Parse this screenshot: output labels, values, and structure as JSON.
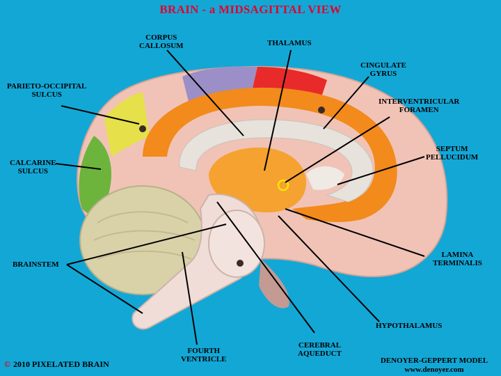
{
  "title": "BRAIN - a MIDSAGITTAL VIEW",
  "labels": {
    "corpus_callosum": [
      "CORPUS",
      "CALLOSUM"
    ],
    "thalamus": [
      "THALAMUS"
    ],
    "cingulate_gyrus": [
      "CINGULATE",
      "GYRUS"
    ],
    "parieto_occipital_sulcus": [
      "PARIETO-OCCIPITAL",
      "SULCUS"
    ],
    "interventricular_foramen": [
      "INTERVENTRICULAR",
      "FORAMEN"
    ],
    "septum_pellucidum": [
      "SEPTUM",
      "PELLUCIDUM"
    ],
    "calcarine_sulcus": [
      "CALCARINE",
      "SULCUS"
    ],
    "brainstem": [
      "BRAINSTEM"
    ],
    "lamina_terminalis": [
      "LAMINA",
      "TERMINALIS"
    ],
    "hypothalamus": [
      "HYPOTHALAMUS"
    ],
    "fourth_ventricle": [
      "FOURTH",
      "VENTRICLE"
    ],
    "cerebral_aqueduct": [
      "CEREBRAL",
      "AQUEDUCT"
    ]
  },
  "footer": {
    "copyright_symbol": "©",
    "copyright": "2010  PIXELATED BRAIN",
    "model": "DENOYER-GEPPERT MODEL",
    "website": "www.denoyer.com"
  },
  "colors": {
    "background": "#13a7d6",
    "title": "#e3002b",
    "cortex": "#f0c3b6",
    "limbic_orange": "#f28a1c",
    "corpus_callosum": "#e7e2dc",
    "cerebellum": "#d9d1a8",
    "occipital_green": "#6cb43c",
    "parietal_purple": "#9c8fc7",
    "motor_red": "#e82a2a",
    "marker": "#ffe600"
  }
}
